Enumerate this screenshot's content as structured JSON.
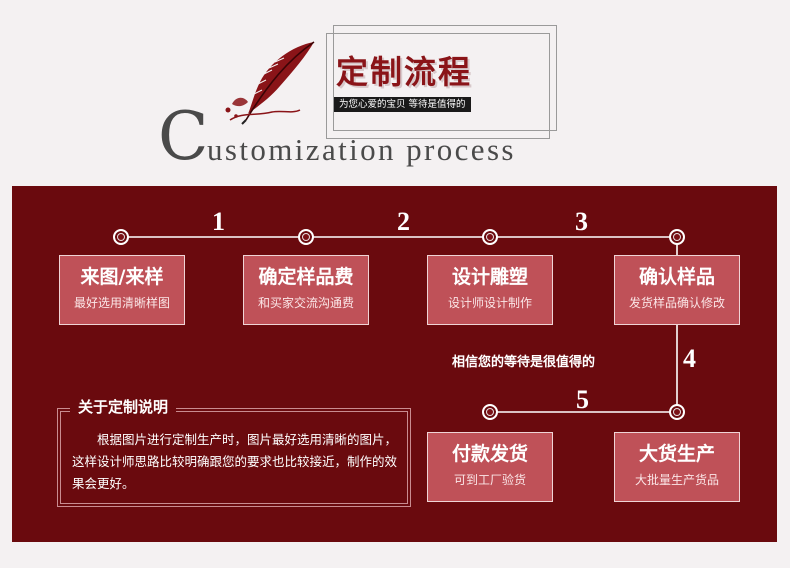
{
  "header": {
    "title_cn": "定制流程",
    "subtitle_cn": "为您心爱的宝贝 等待是值得的",
    "title_en_initial": "C",
    "title_en_rest": "ustomization process"
  },
  "flow": {
    "numbers": [
      "1",
      "2",
      "3",
      "4",
      "5"
    ],
    "steps": [
      {
        "title": "来图/来样",
        "sub": "最好选用清晰样图"
      },
      {
        "title": "确定样品费",
        "sub": "和买家交流沟通费"
      },
      {
        "title": "设计雕塑",
        "sub": "设计师设计制作"
      },
      {
        "title": "确认样品",
        "sub": "发货样品确认修改"
      },
      {
        "title": "大货生产",
        "sub": "大批量生产货品"
      },
      {
        "title": "付款发货",
        "sub": "可到工厂验货"
      }
    ],
    "note": "相信您的等待是很值得的"
  },
  "description": {
    "title": "关于定制说明",
    "body": "根据图片进行定制生产时，图片最好选用清晰的图片，这样设计师思路比较明确跟您的要求也比较接近，制作的效果会更好。"
  },
  "colors": {
    "panel": "#6a0a0e",
    "step_box": "#bf5158",
    "title_red": "#8a1418"
  }
}
